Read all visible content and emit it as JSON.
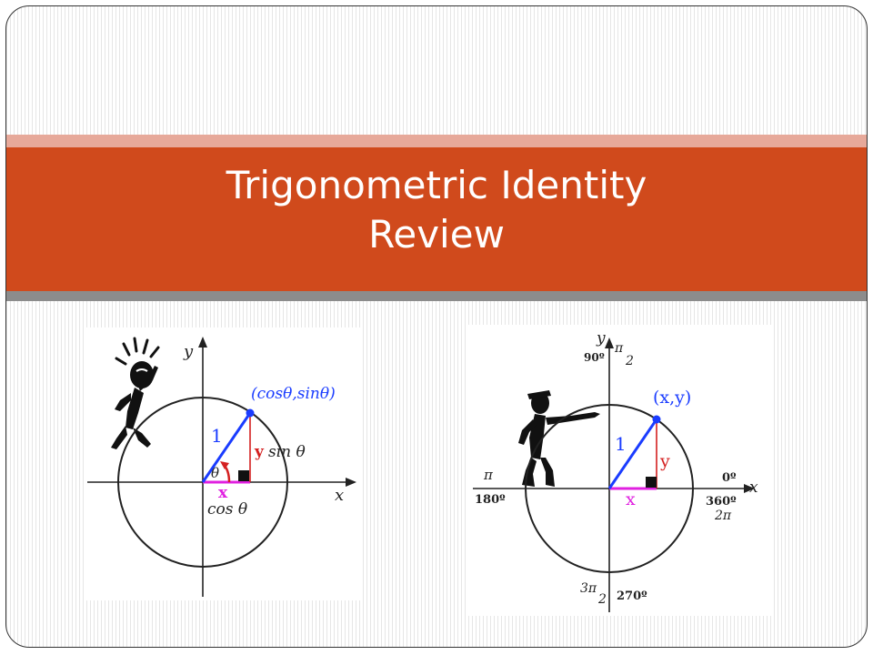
{
  "title": {
    "line1": "Trigonometric Identity",
    "line2": "Review"
  },
  "left_figure": {
    "axis_x": "x",
    "axis_y": "y",
    "point_label": "(cosθ,sinθ)",
    "radius_label": "1",
    "y_label": "y",
    "sin_label": "sin θ",
    "x_label": "x",
    "cos_label": "cos θ",
    "angle_label": "θ"
  },
  "right_figure": {
    "axis_x": "x",
    "axis_y": "y",
    "point_label": "(x,y)",
    "radius_label": "1",
    "y_label": "y",
    "x_label": "x",
    "deg_90": "90º",
    "rad_90_num": "π",
    "rad_90_den": "2",
    "deg_0": "0º",
    "deg_360": "360º",
    "rad_360": "2π",
    "rad_180": "π",
    "deg_180": "180º",
    "rad_270_num": "3π",
    "rad_270_den": "2",
    "deg_270": "270º"
  },
  "colors": {
    "band": "#d04a1c",
    "band_top": "#e7a99a",
    "band_bottom": "#8c8c8c",
    "radius": "#1a3cff",
    "sine": "#d42020",
    "cosine": "#e020e0"
  }
}
